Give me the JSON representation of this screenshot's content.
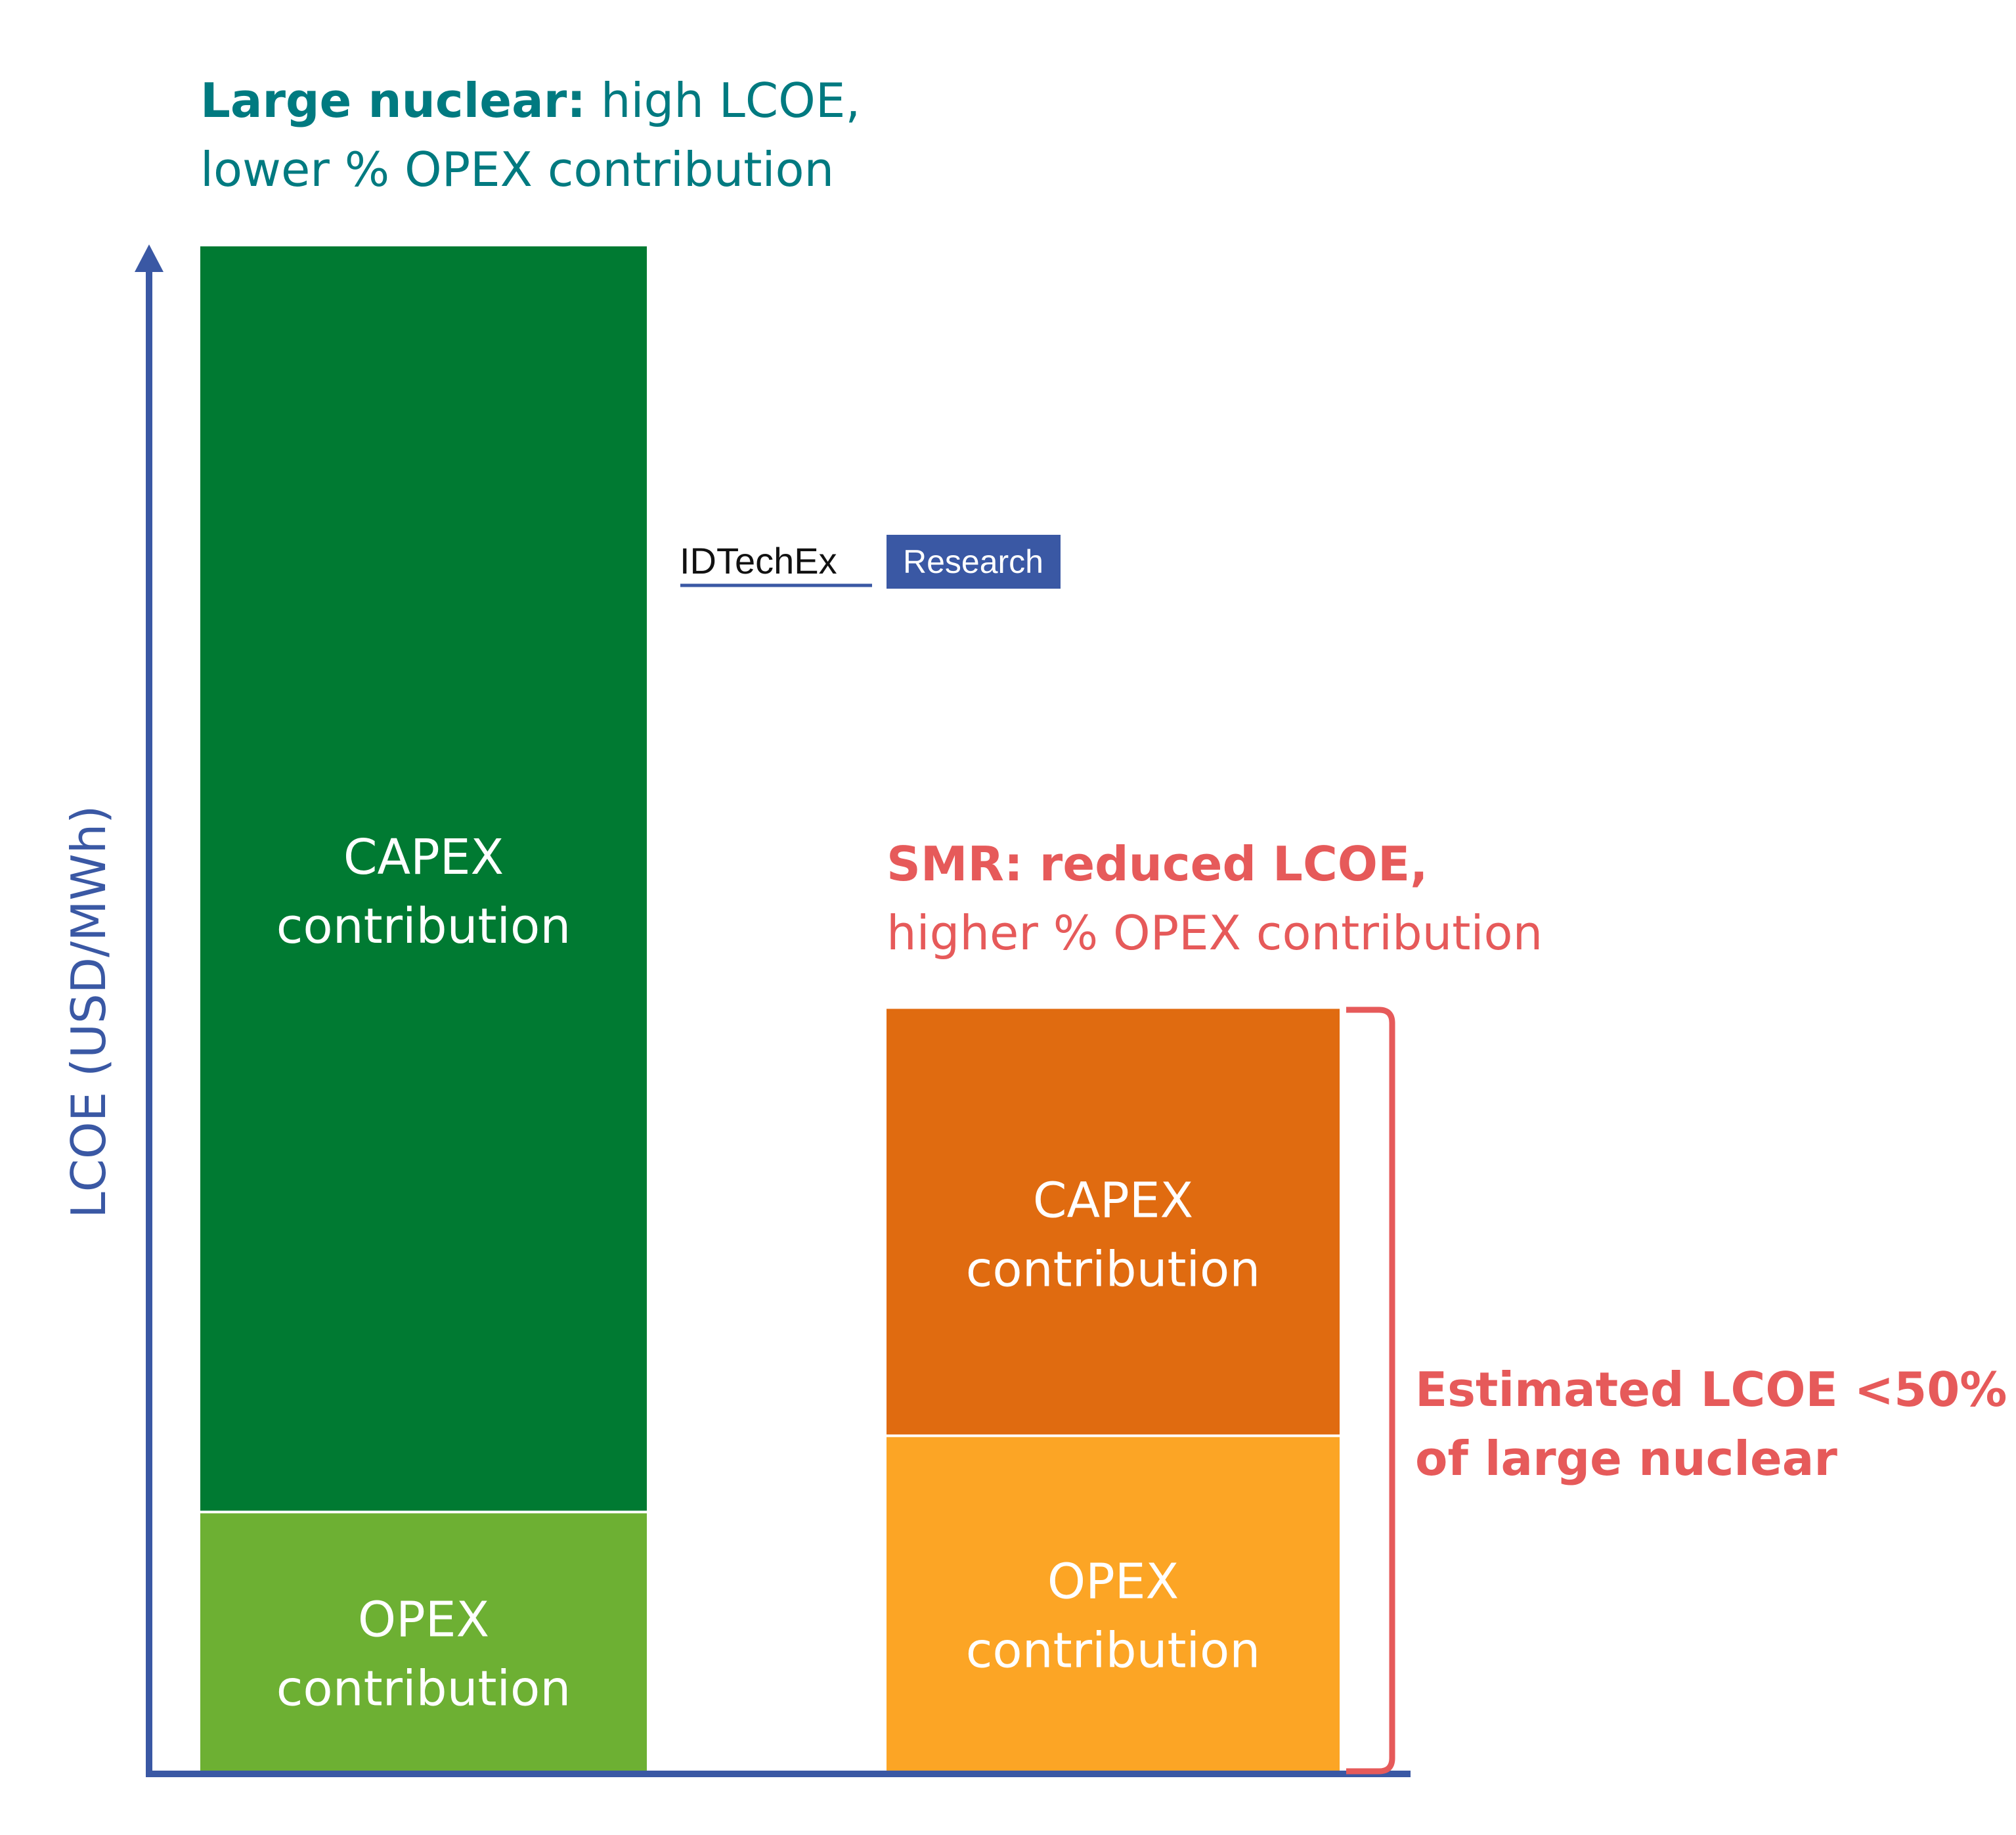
{
  "chart_data": {
    "type": "bar",
    "stacked": true,
    "ylabel": "LCOE (USD/MWh)",
    "ylim": [
      0,
      100
    ],
    "grid": false,
    "bars": [
      {
        "name": "Large nuclear",
        "title_bold": "Large nuclear:",
        "title_rest": " high LCOE,",
        "title_line2": "lower % OPEX contribution",
        "segments": [
          {
            "label_line1": "OPEX",
            "label_line2": "contribution",
            "value": 17,
            "color": "#6db033"
          },
          {
            "label_line1": "CAPEX",
            "label_line2": "contribution",
            "value": 83,
            "color": "#007a32"
          }
        ]
      },
      {
        "name": "SMR",
        "title_line1": "SMR: reduced LCOE,",
        "title_line2": "higher % OPEX contribution",
        "segments": [
          {
            "label_line1": "OPEX",
            "label_line2": "contribution",
            "value": 22,
            "color": "#fca525"
          },
          {
            "label_line1": "CAPEX",
            "label_line2": "contribution",
            "value": 28,
            "color": "#e06b10"
          }
        ]
      }
    ],
    "annotation": {
      "line1": "Estimated LCOE <50%",
      "line2": "of large nuclear"
    }
  },
  "logo": {
    "brand": "IDTechEx",
    "tag": "Research"
  },
  "colors": {
    "axis": "#3a58a4",
    "title_large": "#007a80",
    "title_smr": "#e65a5a",
    "annotation": "#e65a5a",
    "segment_text": "#ffffff"
  }
}
